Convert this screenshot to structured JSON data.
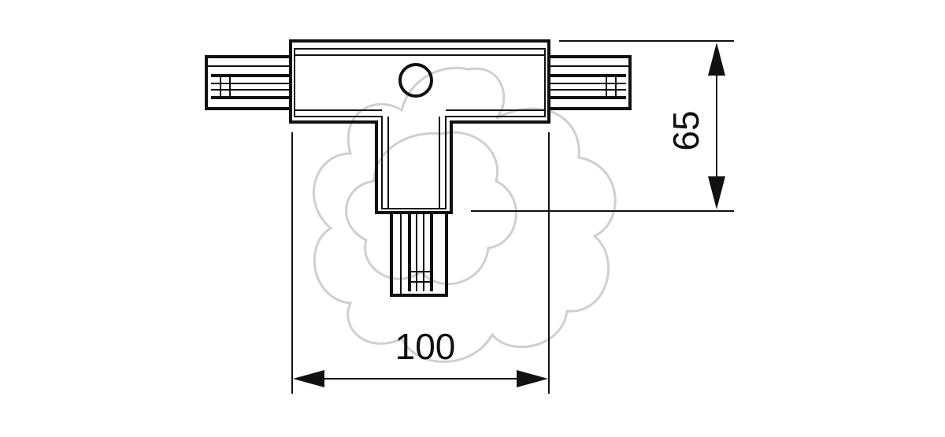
{
  "drawing": {
    "dimensions": {
      "width_label": "100",
      "height_label": "65"
    },
    "colors": {
      "line": "#111111",
      "watermark": "#cfcfcf",
      "background": "#ffffff"
    },
    "watermark_icon": "flower-outline-watermark"
  }
}
